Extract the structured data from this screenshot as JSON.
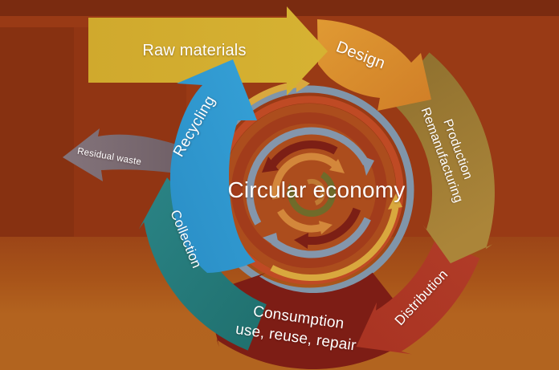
{
  "title": "Circular economy diagram",
  "center": {
    "label": "Circular economy"
  },
  "stages": [
    {
      "id": "raw-materials",
      "label": "Raw materials",
      "color": "#d2ab2e"
    },
    {
      "id": "design",
      "label": "Design",
      "color": "#d98e30"
    },
    {
      "id": "production",
      "line1": "Production",
      "line2": "Remanufacturing",
      "color": "#a5813b"
    },
    {
      "id": "distribution",
      "label": "Distribution",
      "color": "#a93827"
    },
    {
      "id": "consumption",
      "line1": "Consumption",
      "line2": "use, reuse, repair",
      "color": "#7d1d15"
    },
    {
      "id": "collection",
      "label": "Collection",
      "color": "#23797a"
    },
    {
      "id": "recycling",
      "label": "Recycling",
      "color": "#2e95cd"
    },
    {
      "id": "residual-waste",
      "label": "Residual waste",
      "color": "#7b6a71"
    }
  ],
  "colors": {
    "background_top": "#7a2b10",
    "background_main": "#993a15",
    "background_bottom": "#b2641f",
    "center_disc": "#ac4d1d",
    "ring_gray": "#8095a9",
    "ring_red": "#bf4a24",
    "ring_gold": "#d9a83e",
    "ring_maroon": "#7c1f15",
    "ring_orange": "#d3873b",
    "ring_olive": "#6f6b2a",
    "text": "#ffffff"
  }
}
